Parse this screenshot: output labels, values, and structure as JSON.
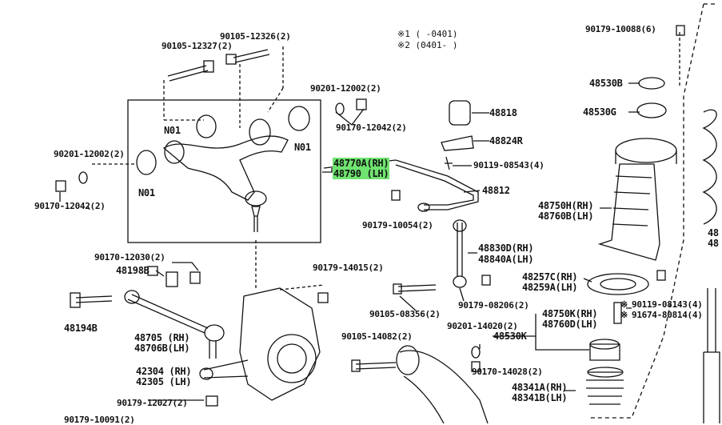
{
  "notes": {
    "n1": "※1 (    -0401)",
    "n2": "※2 (0401-    )"
  },
  "labels": {
    "p90105_12326": "90105-12326(2)",
    "p90105_12327": "90105-12327(2)",
    "p90201_12002_a": "90201-12002(2)",
    "p90201_12002_b": "90201-12002(2)",
    "p90170_12042_a": "90170-12042(2)",
    "p90170_12042_b": "90170-12042(2)",
    "n01_a": "N01",
    "n01_b": "N01",
    "n01_c": "N01",
    "p48770a": "48770A(RH)",
    "p48790": "48790 (LH)",
    "p48818": "48818",
    "p48824r": "48824R",
    "p90119_08543": "90119-08543(4)",
    "p48812": "48812",
    "p90179_10054": "90179-10054(2)",
    "p48830d": "48830D(RH)",
    "p48840a": "48840A(LH)",
    "p90170_12030": "90170-12030(2)",
    "p48198b": "48198B",
    "p48194b": "48194B",
    "p48705": "48705 (RH)",
    "p48706b": "48706B(LH)",
    "p90179_14015": "90179-14015(2)",
    "p90105_08356": "90105-08356(2)",
    "p90179_08206": "90179-08206(2)",
    "p42304": "42304 (RH)",
    "p42305": "42305 (LH)",
    "p90179_12027": "90179-12027(2)",
    "p90179_10091": "90179-10091(2)",
    "p90105_14082": "90105-14082(2)",
    "p90201_14020": "90201-14020(2)",
    "p48530k": "48530K",
    "p90170_14028": "90170-14028(2)",
    "p48341a": "48341A(RH)",
    "p48341b": "48341B(LH)",
    "p90179_10088": "90179-10088(6)",
    "p48530b": "48530B",
    "p48530g": "48530G",
    "p48750h": "48750H(RH)",
    "p48760b": "48760B(LH)",
    "p48257c": "48257C(RH)",
    "p48259a": "48259A(LH)",
    "p48750k": "48750K(RH)",
    "p48760d": "48760D(LH)",
    "p90119_08143": "90119-08143(4)",
    "p91674_80814": "91674-80814(4)",
    "mark1": "※",
    "mark2": "※",
    "edge48": "48",
    "edge48b": "48"
  },
  "colors": {
    "highlight": "#6fe36f",
    "ink": "#111111"
  }
}
